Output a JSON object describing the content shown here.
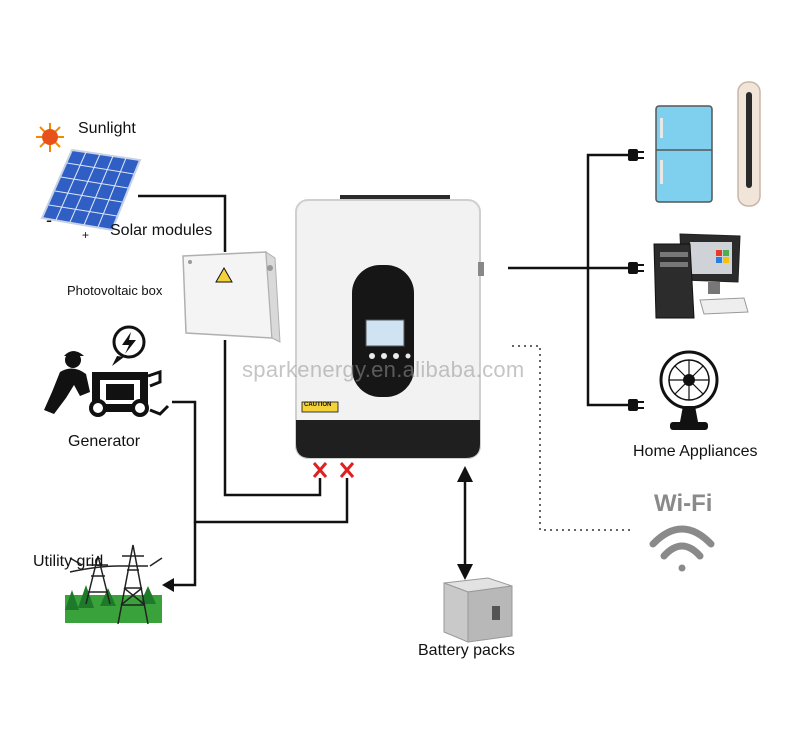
{
  "labels": {
    "sunlight": "Sunlight",
    "solar_modules": "Solar modules",
    "photovoltaic_box": "Photovoltaic box",
    "generator": "Generator",
    "utility_grid": "Utility grid",
    "battery_packs": "Battery packs",
    "home_appliances": "Home Appliances",
    "wifi": "Wi-Fi",
    "watermark": "sparkenergy.en.alibaba.com",
    "minus": "-",
    "plus": "+",
    "caution": "CAUTION"
  },
  "colors": {
    "line": "#111111",
    "inverter_body": "#f2f2f2",
    "inverter_base": "#1f1f1f",
    "breaker_x": "#e02020",
    "solar_panel": "#2f5fc4",
    "fridge": "#7fd0ef",
    "grass": "#3aa23a",
    "wifi": "#8a8a8a"
  },
  "icons": [
    "sun-icon",
    "solar-panel-icon",
    "pv-box-icon",
    "generator-icon",
    "utility-tower-icon",
    "inverter-icon",
    "battery-icon",
    "fridge-icon",
    "air-conditioner-icon",
    "computer-icon",
    "fan-icon",
    "wifi-icon",
    "plug-icon"
  ]
}
